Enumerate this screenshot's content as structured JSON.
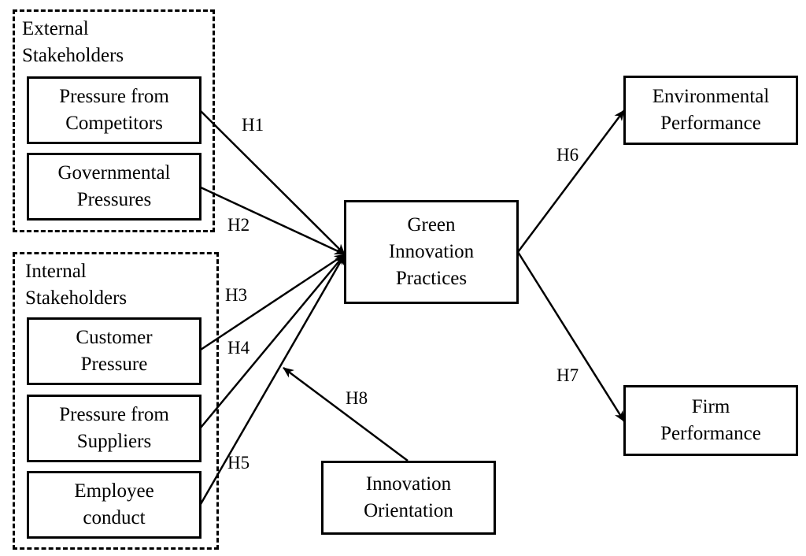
{
  "groups": {
    "external": {
      "title_line1": "External",
      "title_line2": "Stakeholders"
    },
    "internal": {
      "title_line1": "Internal",
      "title_line2": "Stakeholders"
    }
  },
  "boxes": {
    "competitors": {
      "line1": "Pressure from",
      "line2": "Competitors"
    },
    "governmental": {
      "line1": "Governmental",
      "line2": "Pressures"
    },
    "customer": {
      "line1": "Customer",
      "line2": "Pressure"
    },
    "suppliers": {
      "line1": "Pressure from",
      "line2": "Suppliers"
    },
    "employee": {
      "line1": "Employee",
      "line2": "conduct"
    },
    "green": {
      "line1": "Green",
      "line2": "Innovation",
      "line3": "Practices"
    },
    "environmental": {
      "line1": "Environmental",
      "line2": "Performance"
    },
    "firm": {
      "line1": "Firm",
      "line2": "Performance"
    },
    "orientation": {
      "line1": "Innovation",
      "line2": "Orientation"
    }
  },
  "hypotheses": {
    "h1": "H1",
    "h2": "H2",
    "h3": "H3",
    "h4": "H4",
    "h5": "H5",
    "h6": "H6",
    "h7": "H7",
    "h8": "H8"
  },
  "edges": [
    {
      "from": "Pressure from Competitors",
      "to": "Green Innovation Practices",
      "label": "H1"
    },
    {
      "from": "Governmental Pressures",
      "to": "Green Innovation Practices",
      "label": "H2"
    },
    {
      "from": "Customer Pressure",
      "to": "Green Innovation Practices",
      "label": "H3"
    },
    {
      "from": "Pressure from Suppliers",
      "to": "Green Innovation Practices",
      "label": "H4"
    },
    {
      "from": "Employee conduct",
      "to": "Green Innovation Practices",
      "label": "H5"
    },
    {
      "from": "Green Innovation Practices",
      "to": "Environmental Performance",
      "label": "H6"
    },
    {
      "from": "Green Innovation Practices",
      "to": "Firm Performance",
      "label": "H7"
    },
    {
      "from": "Innovation Orientation",
      "to": "H5 path",
      "label": "H8"
    }
  ],
  "colors": {
    "line": "#000000",
    "background": "#ffffff"
  }
}
